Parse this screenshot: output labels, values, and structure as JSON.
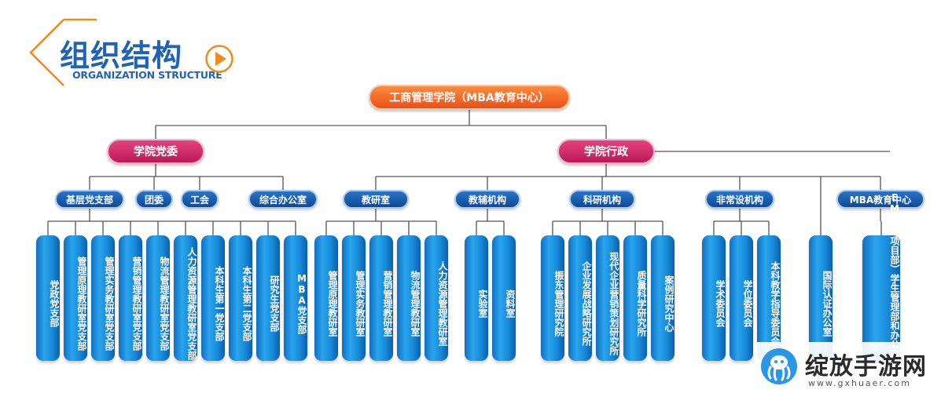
{
  "header": {
    "title_cn": "组织结构",
    "title_en": "ORGANIZATION STRUCTURE",
    "accent_blue": "#1e63b5",
    "accent_orange": "#f08a1c"
  },
  "org": {
    "root": {
      "label": "工商管理学院（MBA教育中心）"
    },
    "branches": [
      {
        "label": "学院党委",
        "units": [
          {
            "label": "基层党支部",
            "children": [
              "党政党支部",
              "管理原理教研室党支部",
              "管理实务教研室党支部",
              "营销管理教研室党支部",
              "物流管理教研室党支部",
              "人力资源管理教研室党支部",
              "本科生第一党支部",
              "本科生第二党支部",
              "研究生党支部",
              "MBA党支部"
            ]
          },
          {
            "label": "团委",
            "children": []
          },
          {
            "label": "工会",
            "children": []
          },
          {
            "label": "综合办公室",
            "children": []
          }
        ]
      },
      {
        "label": "学院行政",
        "units": [
          {
            "label": "教研室",
            "children": [
              "管理原理教研室",
              "管理实务教研室",
              "营销管理教研室",
              "物流管理教研室",
              "人力资源管理教研室"
            ]
          },
          {
            "label": "教辅机构",
            "children": [
              "实验室",
              "资料室"
            ]
          },
          {
            "label": "科研机构",
            "children": [
              "振东管理研究院",
              "企业发展战略研究所",
              "现代企业营销策划研究所",
              "质量科学研究所",
              "案例研究中心"
            ]
          },
          {
            "label": "非常设机构",
            "children": [
              "学术委员会",
              "学位委员会",
              "本科教学指导委员会"
            ]
          },
          {
            "label": "",
            "children": [
              "国际认证办公室"
            ]
          },
          {
            "label": "MBA教育中心",
            "children": [
              "EMBA项目部）学生管理部和办公室（教学管理部"
            ]
          }
        ]
      }
    ]
  },
  "watermark": {
    "name": "绽放手游网",
    "url": "www.gxhuaer.com"
  },
  "colors": {
    "root": "#e8501a",
    "level1": "#c2225f",
    "level2": "#124f98",
    "leaf": "#1788d6",
    "line": "#555555"
  }
}
